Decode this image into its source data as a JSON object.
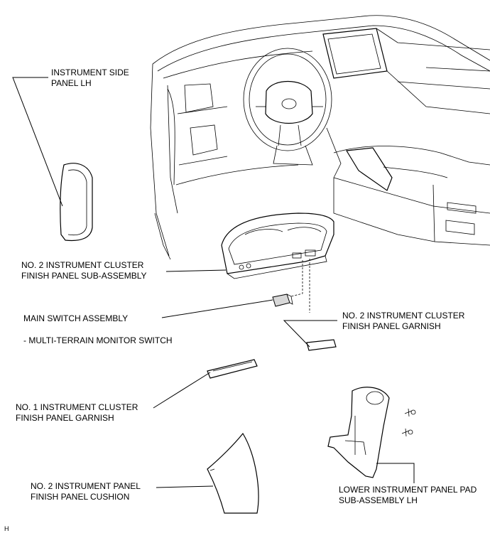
{
  "labels": {
    "instrument_side_panel_lh": [
      "INSTRUMENT SIDE",
      "PANEL LH"
    ],
    "no2_cluster_finish_panel_sub": [
      "NO. 2 INSTRUMENT CLUSTER",
      "FINISH PANEL SUB-ASSEMBLY"
    ],
    "main_switch_assembly": [
      "MAIN SWITCH ASSEMBLY"
    ],
    "multi_terrain_monitor_switch": [
      "- MULTI-TERRAIN MONITOR SWITCH"
    ],
    "no2_cluster_finish_panel_garnish": [
      "NO. 2 INSTRUMENT CLUSTER",
      "FINISH PANEL GARNISH"
    ],
    "no1_cluster_finish_panel_garnish": [
      "NO. 1 INSTRUMENT CLUSTER",
      "FINISH PANEL GARNISH"
    ],
    "no2_panel_finish_panel_cushion": [
      "NO. 2 INSTRUMENT PANEL",
      "FINISH PANEL CUSHION"
    ],
    "lower_panel_pad_sub_lh": [
      "LOWER INSTRUMENT PANEL PAD",
      "SUB-ASSEMBLY LH"
    ]
  },
  "corner_mark": "H"
}
